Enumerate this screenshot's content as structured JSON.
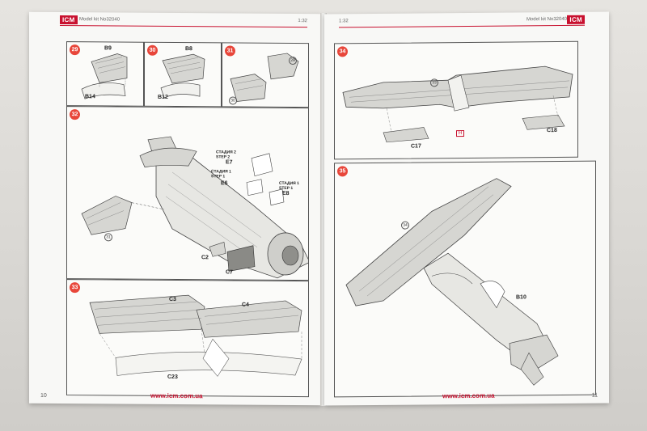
{
  "left_page": {
    "logo": "ICM",
    "model_kit": "Model kit No32040",
    "scale": "1:32",
    "url": "www.icm.com.ua",
    "page_number": "10"
  },
  "right_page": {
    "logo": "ICM",
    "model_kit": "Model kit No32040",
    "scale": "1:32",
    "url": "www.icm.com.ua",
    "page_number": "11"
  },
  "steps": {
    "s29": {
      "num": "29",
      "labels": [
        "B9",
        "B14"
      ]
    },
    "s30": {
      "num": "30",
      "labels": [
        "B8",
        "B12"
      ]
    },
    "s31": {
      "num": "31",
      "circles": [
        "29",
        "30"
      ]
    },
    "s32": {
      "num": "32",
      "labels": [
        "E7",
        "E6",
        "E8",
        "C2",
        "C7"
      ],
      "stage2": "СТАДИЯ 2\nSTEP 2",
      "stage1a": "СТАДИЯ 1\nSTEP 1",
      "stage1b": "СТАДИЯ 1\nSTEP 1",
      "circle": "31"
    },
    "s33": {
      "num": "33",
      "labels": [
        "C3",
        "C4",
        "C23"
      ]
    },
    "s34": {
      "num": "34",
      "labels": [
        "C17",
        "C18"
      ],
      "circle": "33",
      "tag": "H"
    },
    "s35": {
      "num": "35",
      "labels": [
        "B10"
      ],
      "circle": "34"
    }
  },
  "colors": {
    "accent": "#c8102e",
    "step_badge": "#e8463a",
    "line": "#555555"
  }
}
